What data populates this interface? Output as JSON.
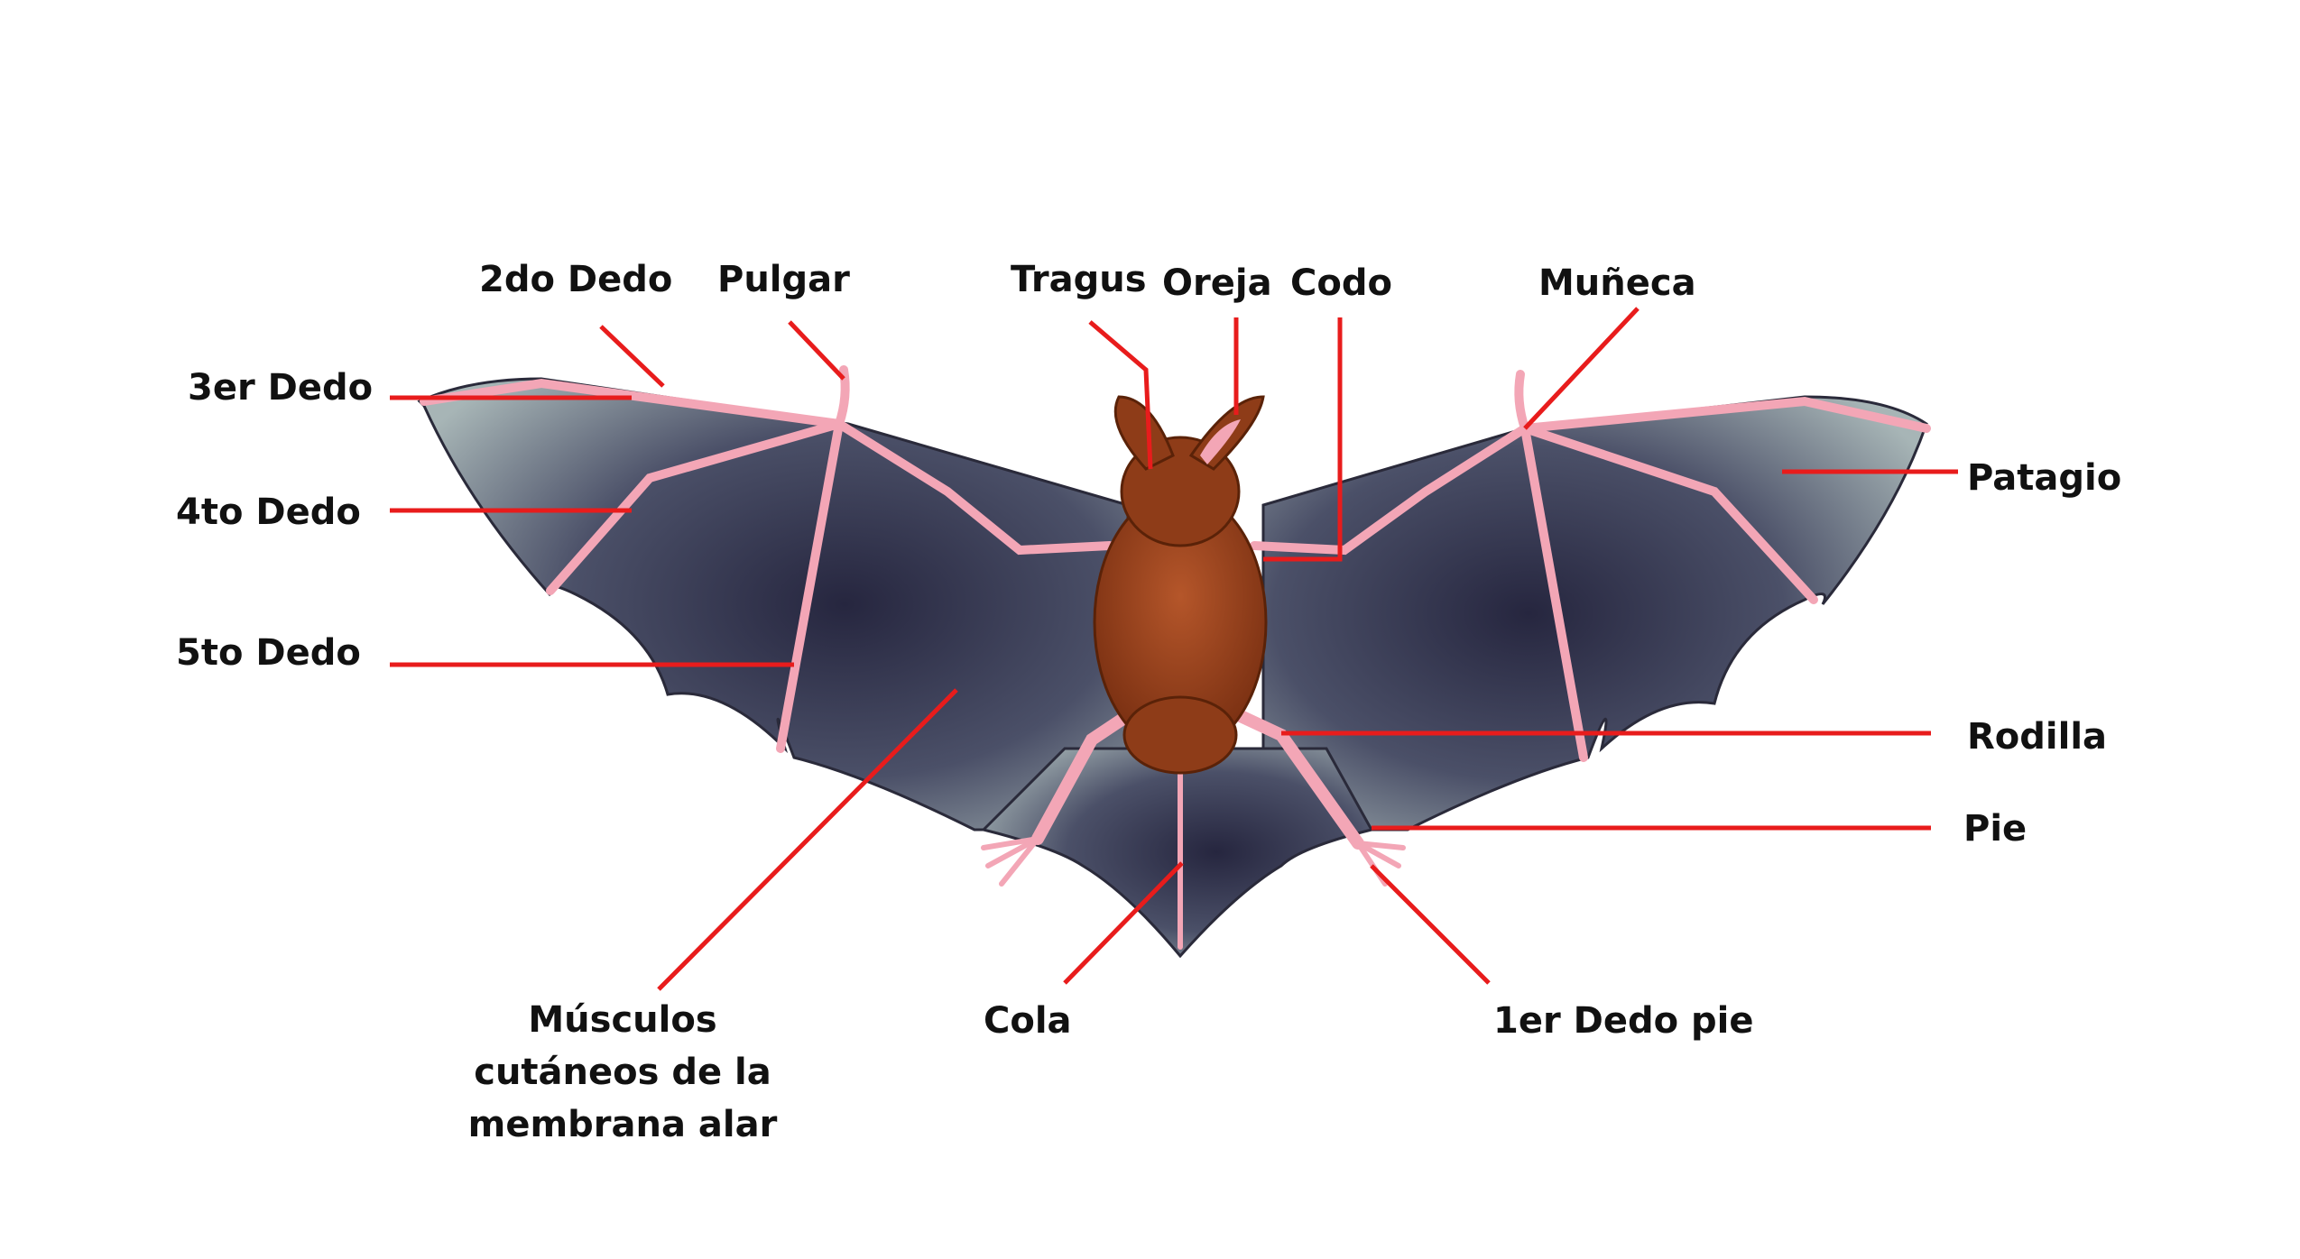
{
  "colors": {
    "leader": "#e81c1c",
    "membrane_light": "#a7b5b6",
    "membrane_dark": "#26263f",
    "bone": "#f3a6b6",
    "body": "#8e3c18",
    "body_light": "#b5562a",
    "label": "#111111"
  },
  "labels": {
    "segundo_dedo": "2do Dedo",
    "pulgar": "Pulgar",
    "tragus": "Tragus",
    "oreja": "Oreja",
    "codo": "Codo",
    "muneca": "Muñeca",
    "tercer_dedo": "3er Dedo",
    "cuarto_dedo": "4to Dedo",
    "quinto_dedo": "5to Dedo",
    "patagio": "Patagio",
    "rodilla": "Rodilla",
    "pie": "Pie",
    "musculos": "Músculos cutáneos de la membrana alar",
    "cola": "Cola",
    "primer_dedo_pie": "1er Dedo pie"
  }
}
